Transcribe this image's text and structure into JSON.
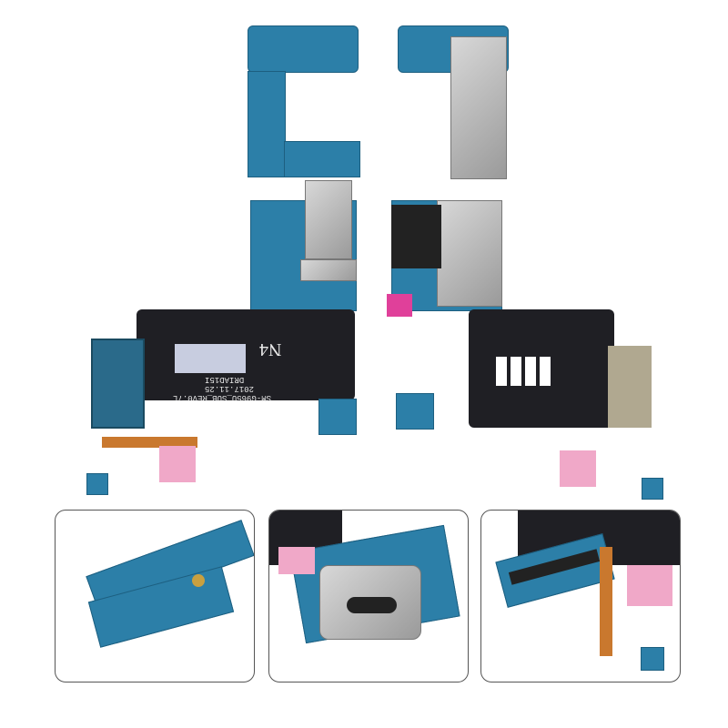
{
  "product_markings": {
    "board_label": "N4",
    "model": "SM-G965U_SUB_REV0.7L",
    "date": "2017.11.25",
    "code": "DRIAD15I"
  },
  "colors": {
    "pcb": "#2c7fa8",
    "flex": "#1f1f24",
    "stiffener": "#f0a8c8",
    "background": "#ffffff"
  }
}
